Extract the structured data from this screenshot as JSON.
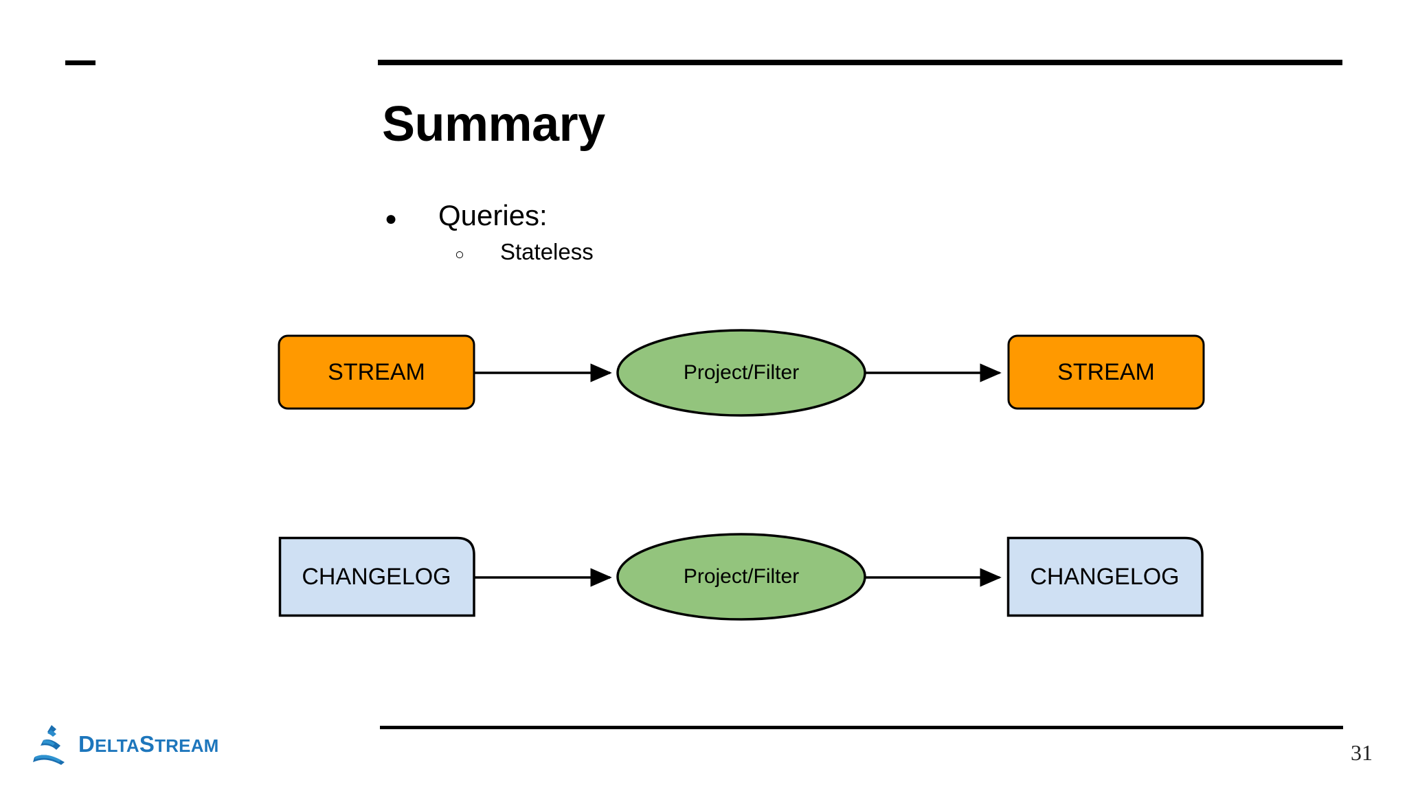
{
  "slide": {
    "title": "Summary",
    "page_number": "31",
    "bullets": [
      {
        "marker": "●",
        "text": "Queries:",
        "level": 1
      },
      {
        "marker": "○",
        "text": "Stateless",
        "level": 2
      }
    ]
  },
  "brand": {
    "name_part1": "D",
    "name_part2": "ELTA",
    "name_part3": "S",
    "name_part4": "TREAM",
    "full_name": "DeltaStream",
    "logo_color": "#1d76bc"
  },
  "colors": {
    "stream_fill": "#ff9900",
    "changelog_fill": "#cfe0f3",
    "operator_fill": "#93c47d",
    "stroke": "#000000",
    "rule": "#000000"
  },
  "diagram": {
    "type": "flow",
    "rows": [
      {
        "id": "stream-row",
        "nodes": [
          {
            "id": "stream-source",
            "shape": "rounded-rect",
            "label": "STREAM",
            "fill": "#ff9900"
          },
          {
            "id": "project-filter-stream",
            "shape": "ellipse",
            "label": "Project/Filter",
            "fill": "#93c47d"
          },
          {
            "id": "stream-sink",
            "shape": "rounded-rect",
            "label": "STREAM",
            "fill": "#ff9900"
          }
        ],
        "edges": [
          {
            "from": "stream-source",
            "to": "project-filter-stream",
            "arrow": true
          },
          {
            "from": "project-filter-stream",
            "to": "stream-sink",
            "arrow": true
          }
        ]
      },
      {
        "id": "changelog-row",
        "nodes": [
          {
            "id": "changelog-source",
            "shape": "corner-rounded-rect",
            "label": "CHANGELOG",
            "fill": "#cfe0f3"
          },
          {
            "id": "project-filter-changelog",
            "shape": "ellipse",
            "label": "Project/Filter",
            "fill": "#93c47d"
          },
          {
            "id": "changelog-sink",
            "shape": "corner-rounded-rect",
            "label": "CHANGELOG",
            "fill": "#cfe0f3"
          }
        ],
        "edges": [
          {
            "from": "changelog-source",
            "to": "project-filter-changelog",
            "arrow": true
          },
          {
            "from": "project-filter-changelog",
            "to": "changelog-sink",
            "arrow": true
          }
        ]
      }
    ]
  }
}
